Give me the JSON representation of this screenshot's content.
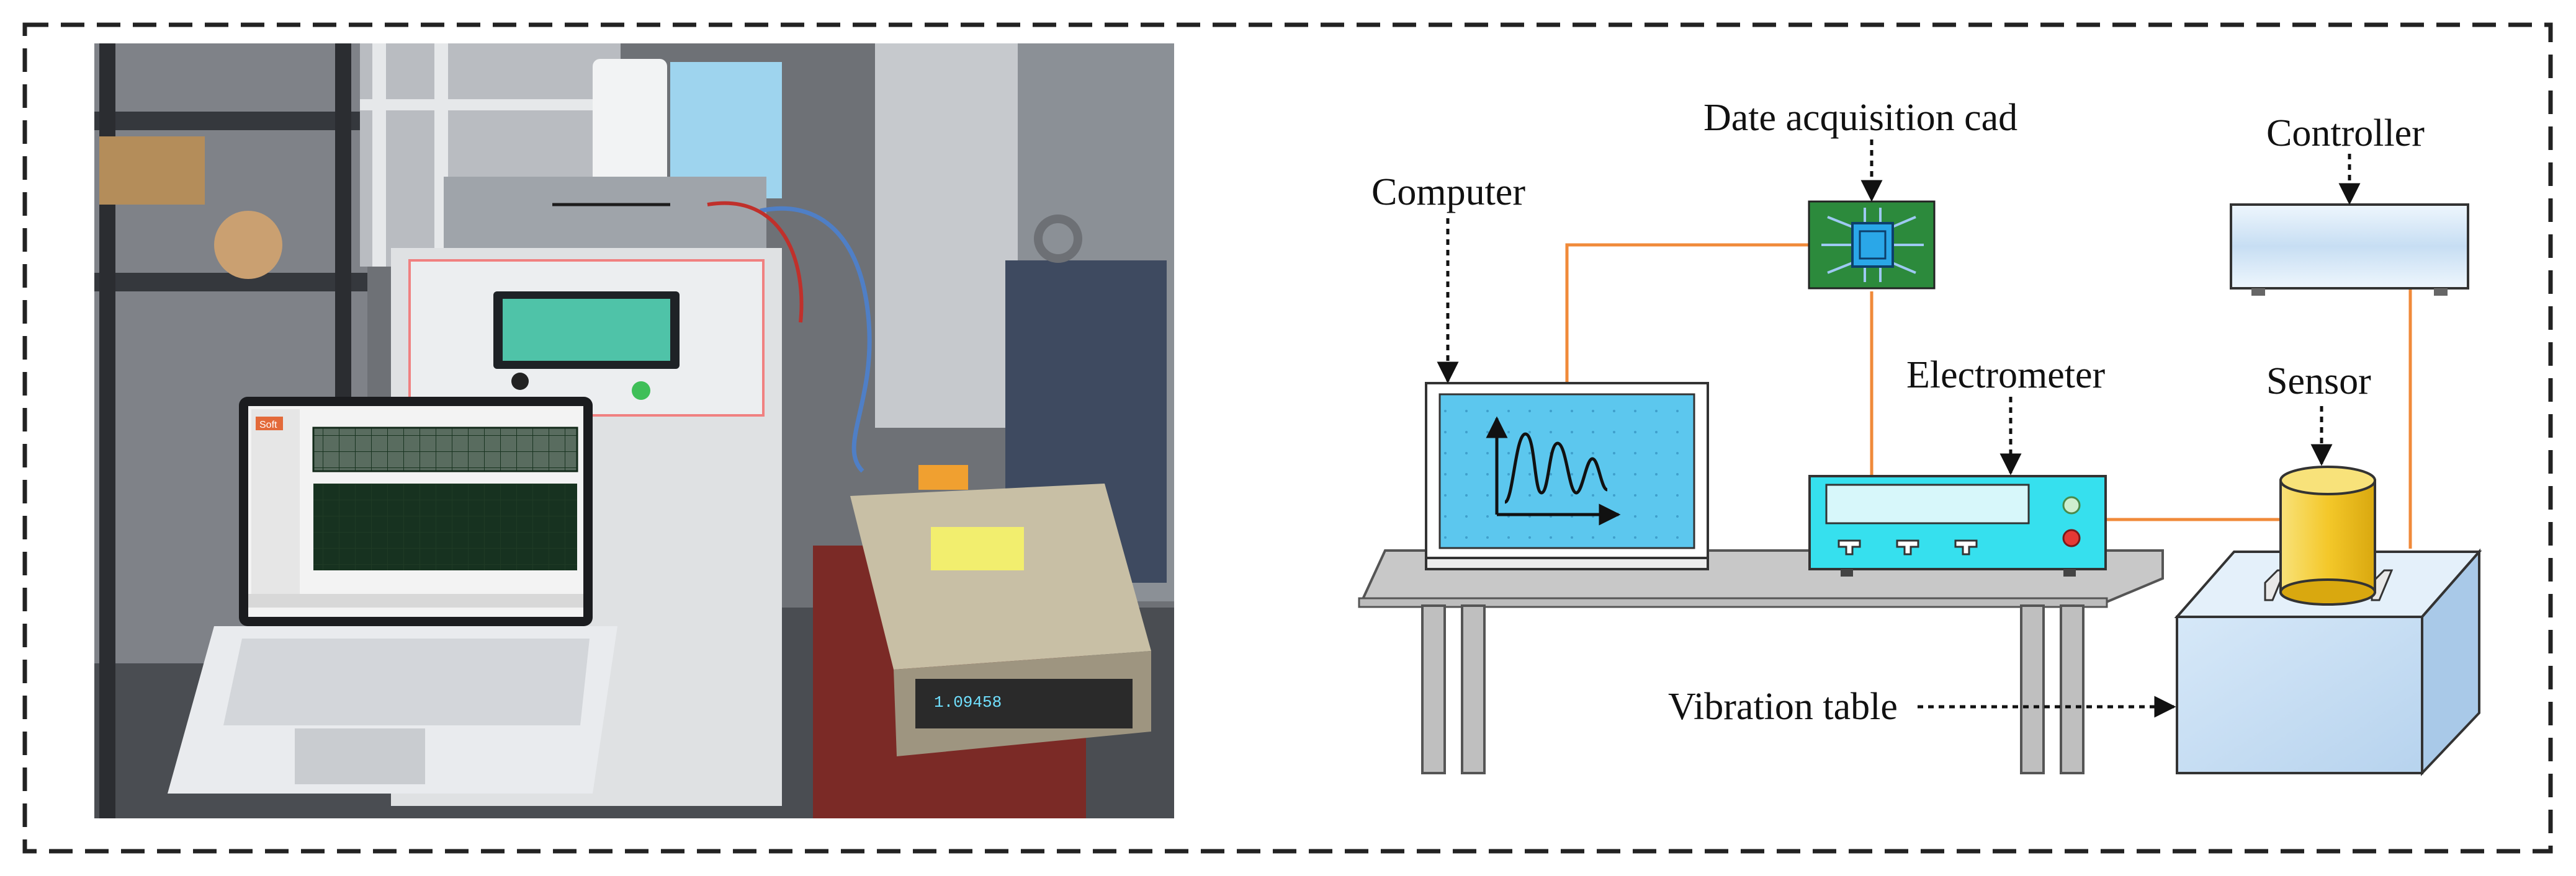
{
  "labels": {
    "computer": "Computer",
    "daq": "Date acquisition cad",
    "controller": "Controller",
    "electrometer": "Electrometer",
    "sensor": "Sensor",
    "vibration_table": "Vibration table"
  },
  "photo": {
    "laptop_title": "Soft",
    "meter_reading": "1.09458"
  },
  "colors": {
    "frame_dash": "#222222",
    "wire": "#f08a3a",
    "screen": "#5cc7ee",
    "electrometer": "#36e0ee",
    "pcb": "#2c8a3c",
    "chip": "#2aa7e8",
    "sensor": "#f4c82a",
    "table_top": "#c8c8c8",
    "box": "#cde3f6"
  },
  "icons": [
    "laptop-icon",
    "pcb-chip-icon",
    "controller-box-icon",
    "electrometer-icon",
    "sensor-cylinder-icon",
    "vibration-table-box-icon",
    "desk-icon"
  ]
}
